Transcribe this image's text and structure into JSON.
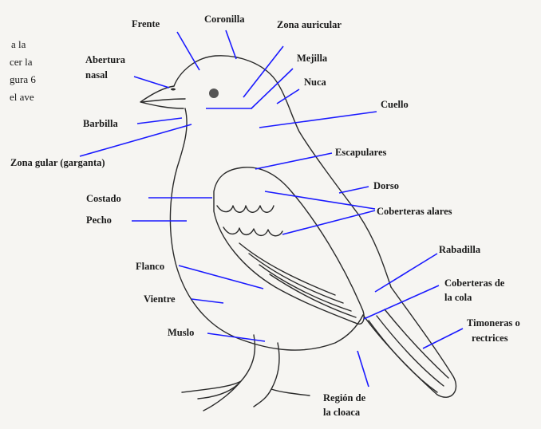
{
  "page_text_fragments": [
    "a  la",
    "cer la",
    "gura 6",
    "el ave"
  ],
  "labels": {
    "frente": "Frente",
    "coronilla": "Coronilla",
    "zona_auricular": "Zona auricular",
    "abertura_nasal_1": "Abertura",
    "abertura_nasal_2": "nasal",
    "mejilla": "Mejilla",
    "nuca": "Nuca",
    "barbilla": "Barbilla",
    "cuello": "Cuello",
    "zona_gular": "Zona gular (garganta)",
    "escapulares": "Escapulares",
    "costado": "Costado",
    "dorso": "Dorso",
    "pecho": "Pecho",
    "coberteras_alares": "Coberteras alares",
    "rabadilla": "Rabadilla",
    "flanco": "Flanco",
    "coberteras_cola_1": "Coberteras de",
    "coberteras_cola_2": "la cola",
    "vientre": "Vientre",
    "timoneras_1": "Timoneras o",
    "timoneras_2": "rectrices",
    "muslo": "Muslo",
    "region_cloaca_1": "Región de",
    "region_cloaca_2": "la cloaca"
  },
  "colors": {
    "leader_line": "#1a1aff",
    "outline": "#2a2a2a",
    "eye": "#555555",
    "background": "#f6f5f2"
  }
}
